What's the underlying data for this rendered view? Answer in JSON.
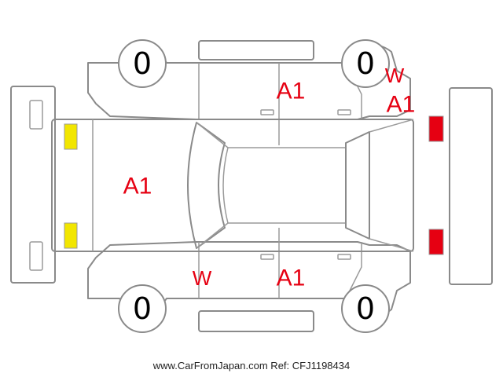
{
  "tires": {
    "front_left": "0",
    "front_right": "0",
    "rear_left": "0",
    "rear_right": "0"
  },
  "damage_marks": {
    "hood": "A1",
    "roof_left_door": "A1",
    "right_front_corner_w": "W",
    "right_front_corner_a": "A1",
    "left_pillar": "W",
    "left_door": "A1"
  },
  "lamp_colors": {
    "front_lamps": "#f2e600",
    "rear_lamps": "#e60012"
  },
  "watermark": "www.CarFromJapan.com Ref: CFJ1198434"
}
